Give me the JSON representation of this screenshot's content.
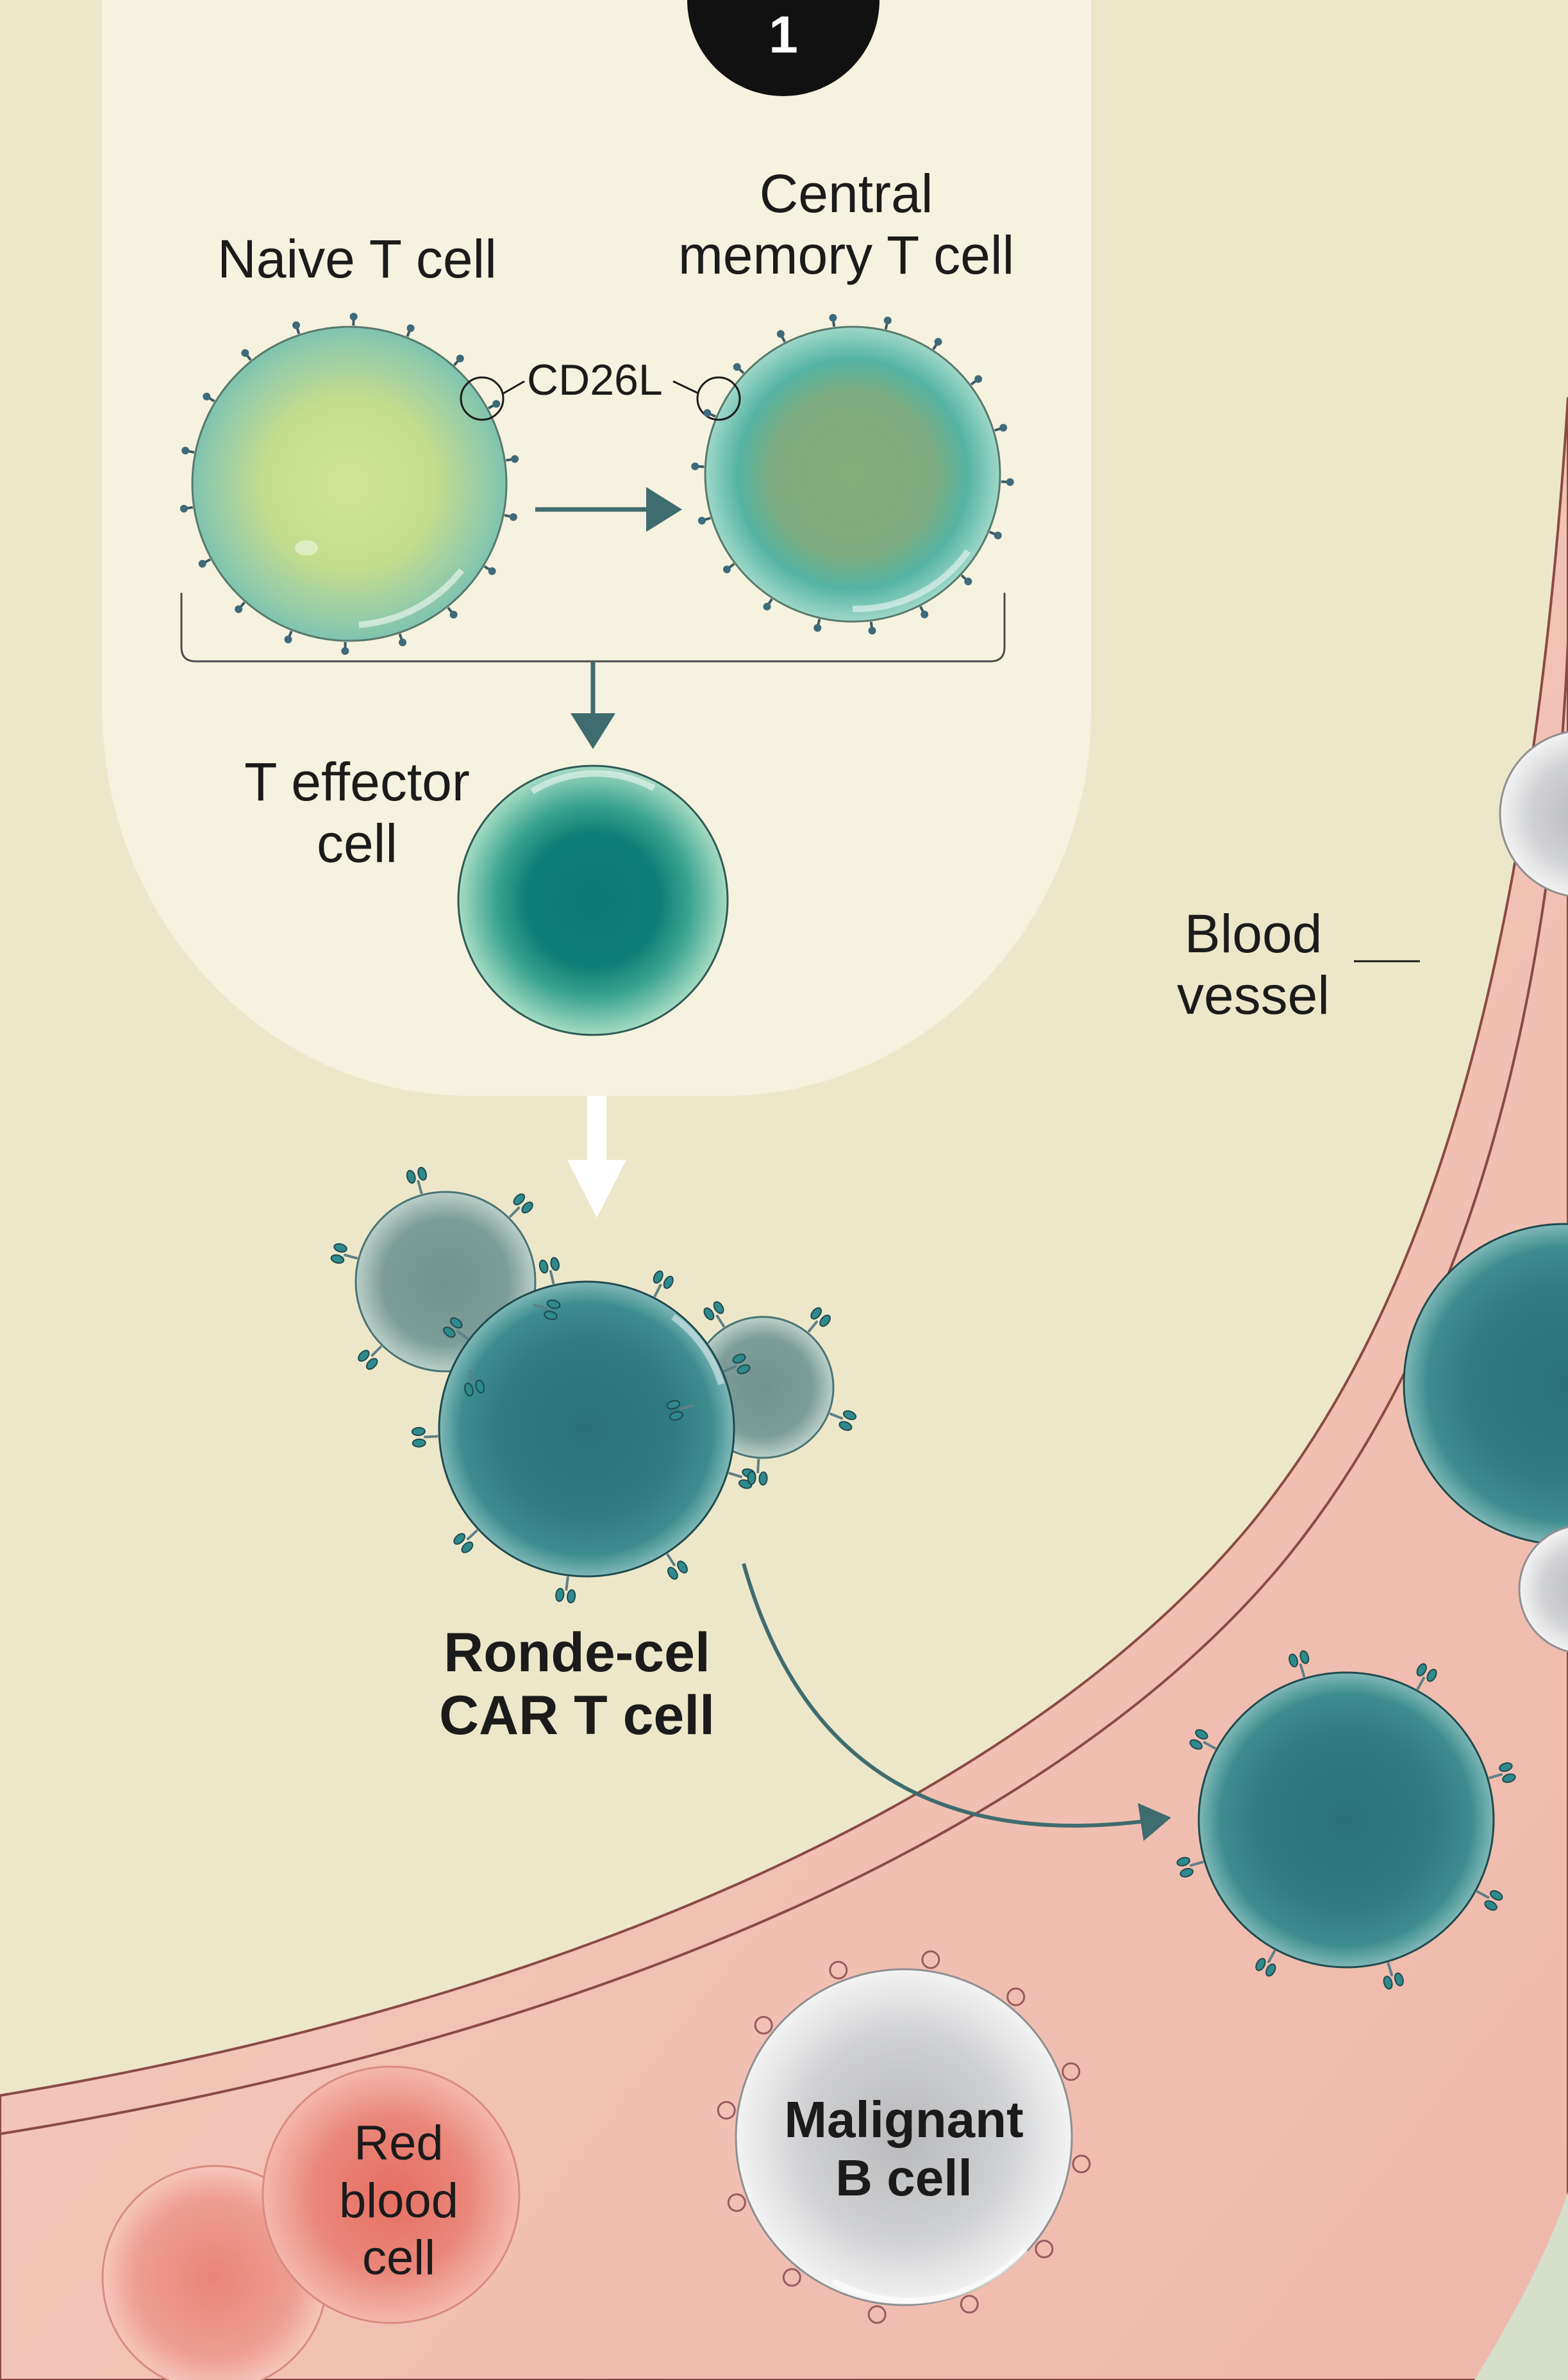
{
  "step_badge": "1",
  "labels": {
    "naive_t_cell": "Naive T cell",
    "central_memory": [
      "Central",
      "memory T cell"
    ],
    "marker": "CD26L",
    "t_effector": [
      "T effector",
      "cell"
    ],
    "blood_vessel": [
      "Blood",
      "vessel"
    ],
    "car_t_cell": [
      "Ronde-cel",
      "CAR T cell"
    ],
    "red_blood_cell": [
      "Red",
      "blood",
      "cell"
    ],
    "malignant_b_cell": [
      "Malignant",
      "B cell"
    ]
  },
  "colors": {
    "background": "#ede7ca",
    "panel": "#f6f2e0",
    "vessel": "#f0c3b6",
    "naive_cell": "#c4dc8e",
    "memory_cell": "#79ab82",
    "effector_cell": "#0f7f78",
    "car_t_cell": "#2f7c82",
    "red_blood_cell": "#ea867a",
    "malignant_b_cell": "#cfd0d2",
    "arrow": "#3f6c6e"
  }
}
